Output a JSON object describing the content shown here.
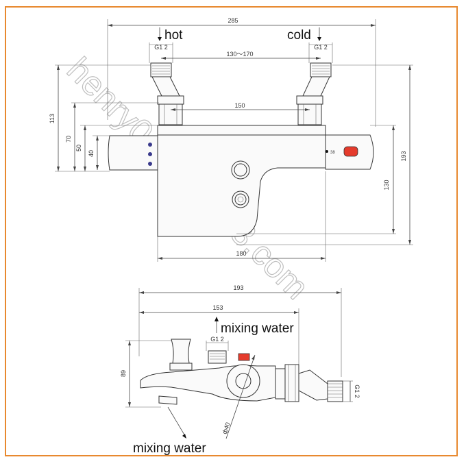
{
  "labels": {
    "hot": "hot",
    "cold": "cold",
    "mixing_water_top": "mixing water",
    "mixing_water_bottom": "mixing water"
  },
  "dimensions": {
    "overall_width": "285",
    "inlet_span": "130～170",
    "thread_hot": "G1 2",
    "thread_cold": "G1 2",
    "thread_mix": "G1 2",
    "thread_side": "G1 2",
    "center_span": "150",
    "height_113": "113",
    "height_70": "70",
    "height_50": "50",
    "height_40": "40",
    "height_193": "193",
    "height_130": "130",
    "body_width_180": "180",
    "side_193": "193",
    "side_153": "153",
    "side_89": "89",
    "diameter_40": "ф40",
    "mark_38": "38"
  },
  "watermark": "henry0@vip.163.com",
  "colors": {
    "frame": "#e8892f",
    "red_knob": "#e53b2c",
    "indicator_blue": "#3a3a8c"
  }
}
